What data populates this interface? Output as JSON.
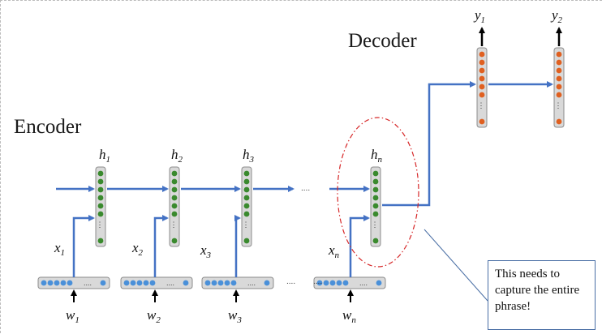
{
  "encoder_title": "Encoder",
  "decoder_title": "Decoder",
  "hidden_labels": [
    {
      "base": "h",
      "sub": "1"
    },
    {
      "base": "h",
      "sub": "2"
    },
    {
      "base": "h",
      "sub": "3"
    },
    {
      "base": "h",
      "sub": "n"
    }
  ],
  "input_labels": [
    {
      "base": "x",
      "sub": "1"
    },
    {
      "base": "x",
      "sub": "2"
    },
    {
      "base": "x",
      "sub": "3"
    },
    {
      "base": "x",
      "sub": "n"
    }
  ],
  "word_labels": [
    {
      "base": "w",
      "sub": "1"
    },
    {
      "base": "w",
      "sub": "2"
    },
    {
      "base": "w",
      "sub": "3"
    },
    {
      "base": "w",
      "sub": "n"
    }
  ],
  "output_labels": [
    {
      "base": "y",
      "sub": "1"
    },
    {
      "base": "y",
      "sub": "2"
    }
  ],
  "ellipsis": "....",
  "note_text": "This needs to capture the entire phrase!",
  "colors": {
    "arrow": "#4472c4",
    "hidden_dot": "#3a8a2e",
    "output_dot": "#e06020",
    "input_dot": "#4a90d9",
    "box_fill": "#d9d9d9",
    "box_stroke": "#8c8c8c",
    "highlight_ellipse": "#d62728"
  }
}
